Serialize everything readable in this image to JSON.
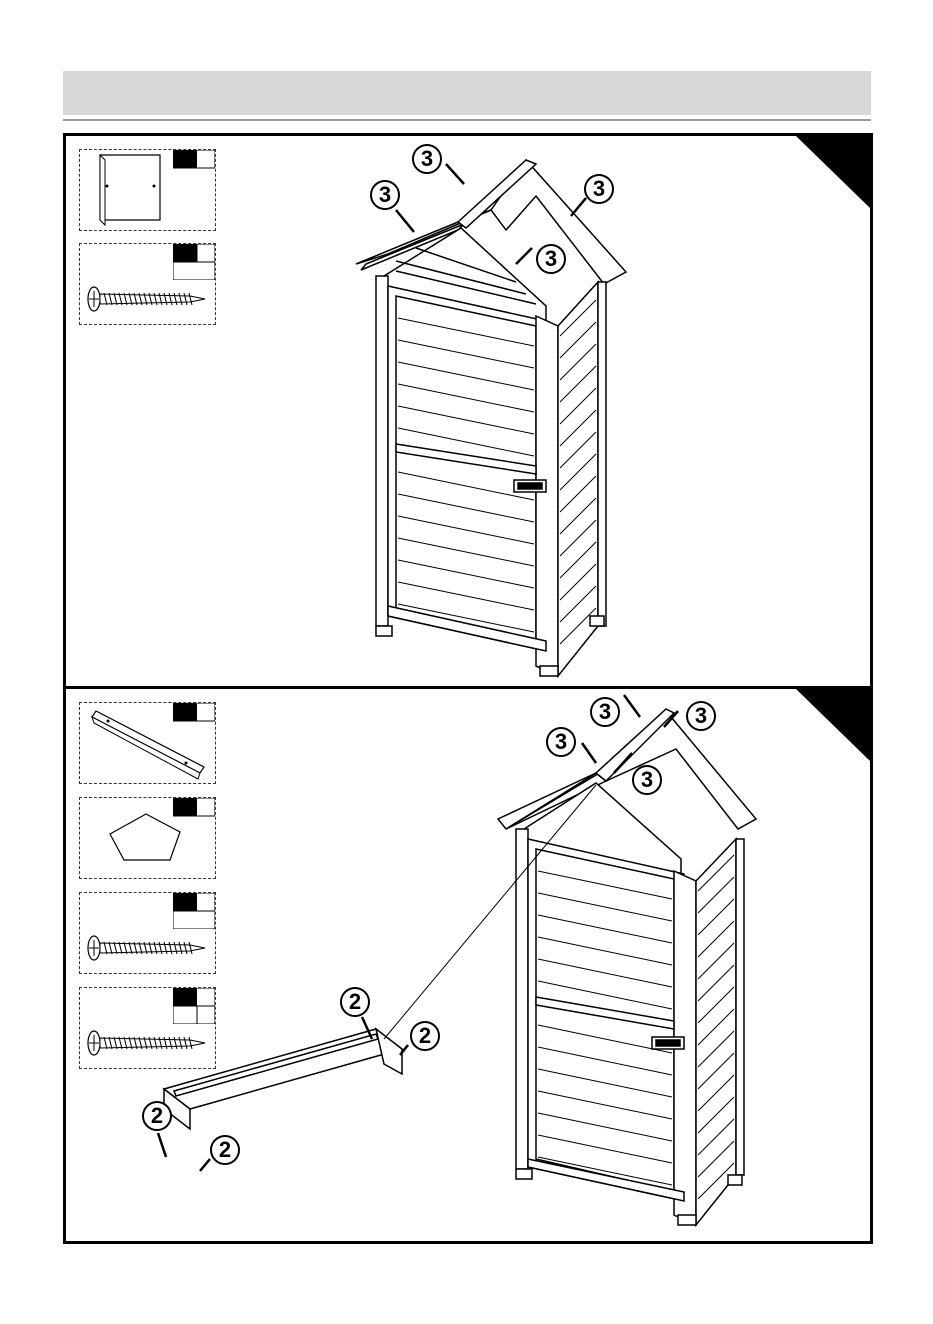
{
  "page": {
    "header_color": "#d8d8d8",
    "ink_color": "#000000"
  },
  "steps": [
    {
      "parts": [
        {
          "icon": "side-panel-icon"
        },
        {
          "icon": "screw-icon"
        }
      ],
      "callouts": [
        "3",
        "3",
        "3",
        "3"
      ]
    },
    {
      "parts": [
        {
          "icon": "ridge-bar-icon"
        },
        {
          "icon": "pentagon-cap-icon"
        },
        {
          "icon": "screw-icon"
        },
        {
          "icon": "screw-icon"
        }
      ],
      "callouts": [
        "3",
        "3",
        "3",
        "3",
        "2",
        "2",
        "2",
        "2"
      ]
    }
  ]
}
